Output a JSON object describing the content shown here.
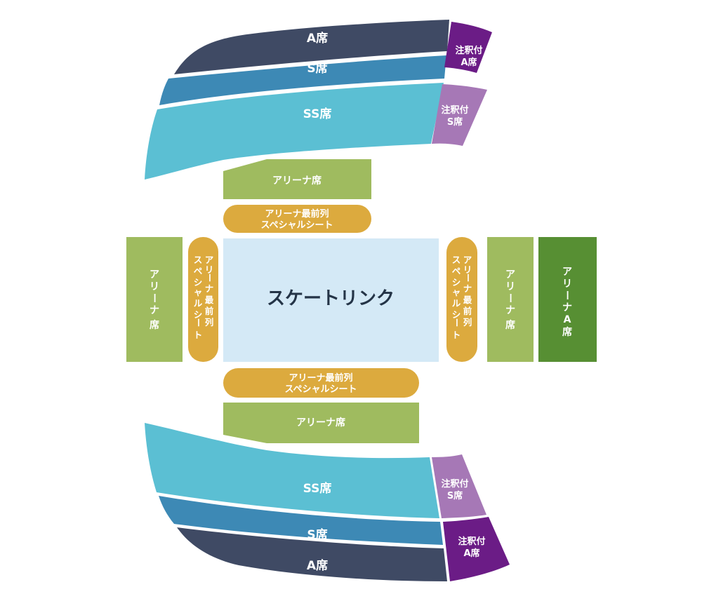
{
  "colors": {
    "a_seat": "#3f4a64",
    "s_seat": "#3d89b5",
    "ss_seat": "#5bbfd3",
    "annotated_a": "#6b1c86",
    "annotated_s": "#a678b6",
    "arena": "#9fbb5f",
    "arena_a": "#578f33",
    "special": "#dcaa3e",
    "rink": "#d4e9f6",
    "rink_text": "#243447"
  },
  "rink": {
    "label": "スケートリンク"
  },
  "top_stand": {
    "a": {
      "label": "A席"
    },
    "s": {
      "label": "S席"
    },
    "ss": {
      "label": "SS席"
    },
    "annotated_a": {
      "line1": "注釈付",
      "line2": "A席"
    },
    "annotated_s": {
      "line1": "注釈付",
      "line2": "S席"
    }
  },
  "bottom_stand": {
    "a": {
      "label": "A席"
    },
    "s": {
      "label": "S席"
    },
    "ss": {
      "label": "SS席"
    },
    "annotated_a": {
      "line1": "注釈付",
      "line2": "A席"
    },
    "annotated_s": {
      "line1": "注釈付",
      "line2": "S席"
    }
  },
  "arena": {
    "top": {
      "label": "アリーナ席"
    },
    "bottom": {
      "label": "アリーナ席"
    },
    "left": {
      "chars": [
        "ア",
        "リ",
        "ー",
        "ナ",
        "席"
      ]
    },
    "right": {
      "chars": [
        "ア",
        "リ",
        "ー",
        "ナ",
        "席"
      ]
    },
    "right_a": {
      "chars": [
        "ア",
        "リ",
        "ー",
        "ナ",
        "A",
        "席"
      ]
    }
  },
  "special": {
    "top": {
      "line1": "アリーナ最前列",
      "line2": "スペシャルシート"
    },
    "bottom": {
      "line1": "アリーナ最前列",
      "line2": "スペシャルシート"
    },
    "left": {
      "col1": [
        "ア",
        "リ",
        "ー",
        "ナ",
        "最",
        "前",
        "列"
      ],
      "col2": [
        "ス",
        "ペ",
        "シ",
        "ャ",
        "ル",
        "シ",
        "ー",
        "ト"
      ]
    },
    "right": {
      "col1": [
        "ア",
        "リ",
        "ー",
        "ナ",
        "最",
        "前",
        "列"
      ],
      "col2": [
        "ス",
        "ペ",
        "シ",
        "ャ",
        "ル",
        "シ",
        "ー",
        "ト"
      ]
    }
  }
}
